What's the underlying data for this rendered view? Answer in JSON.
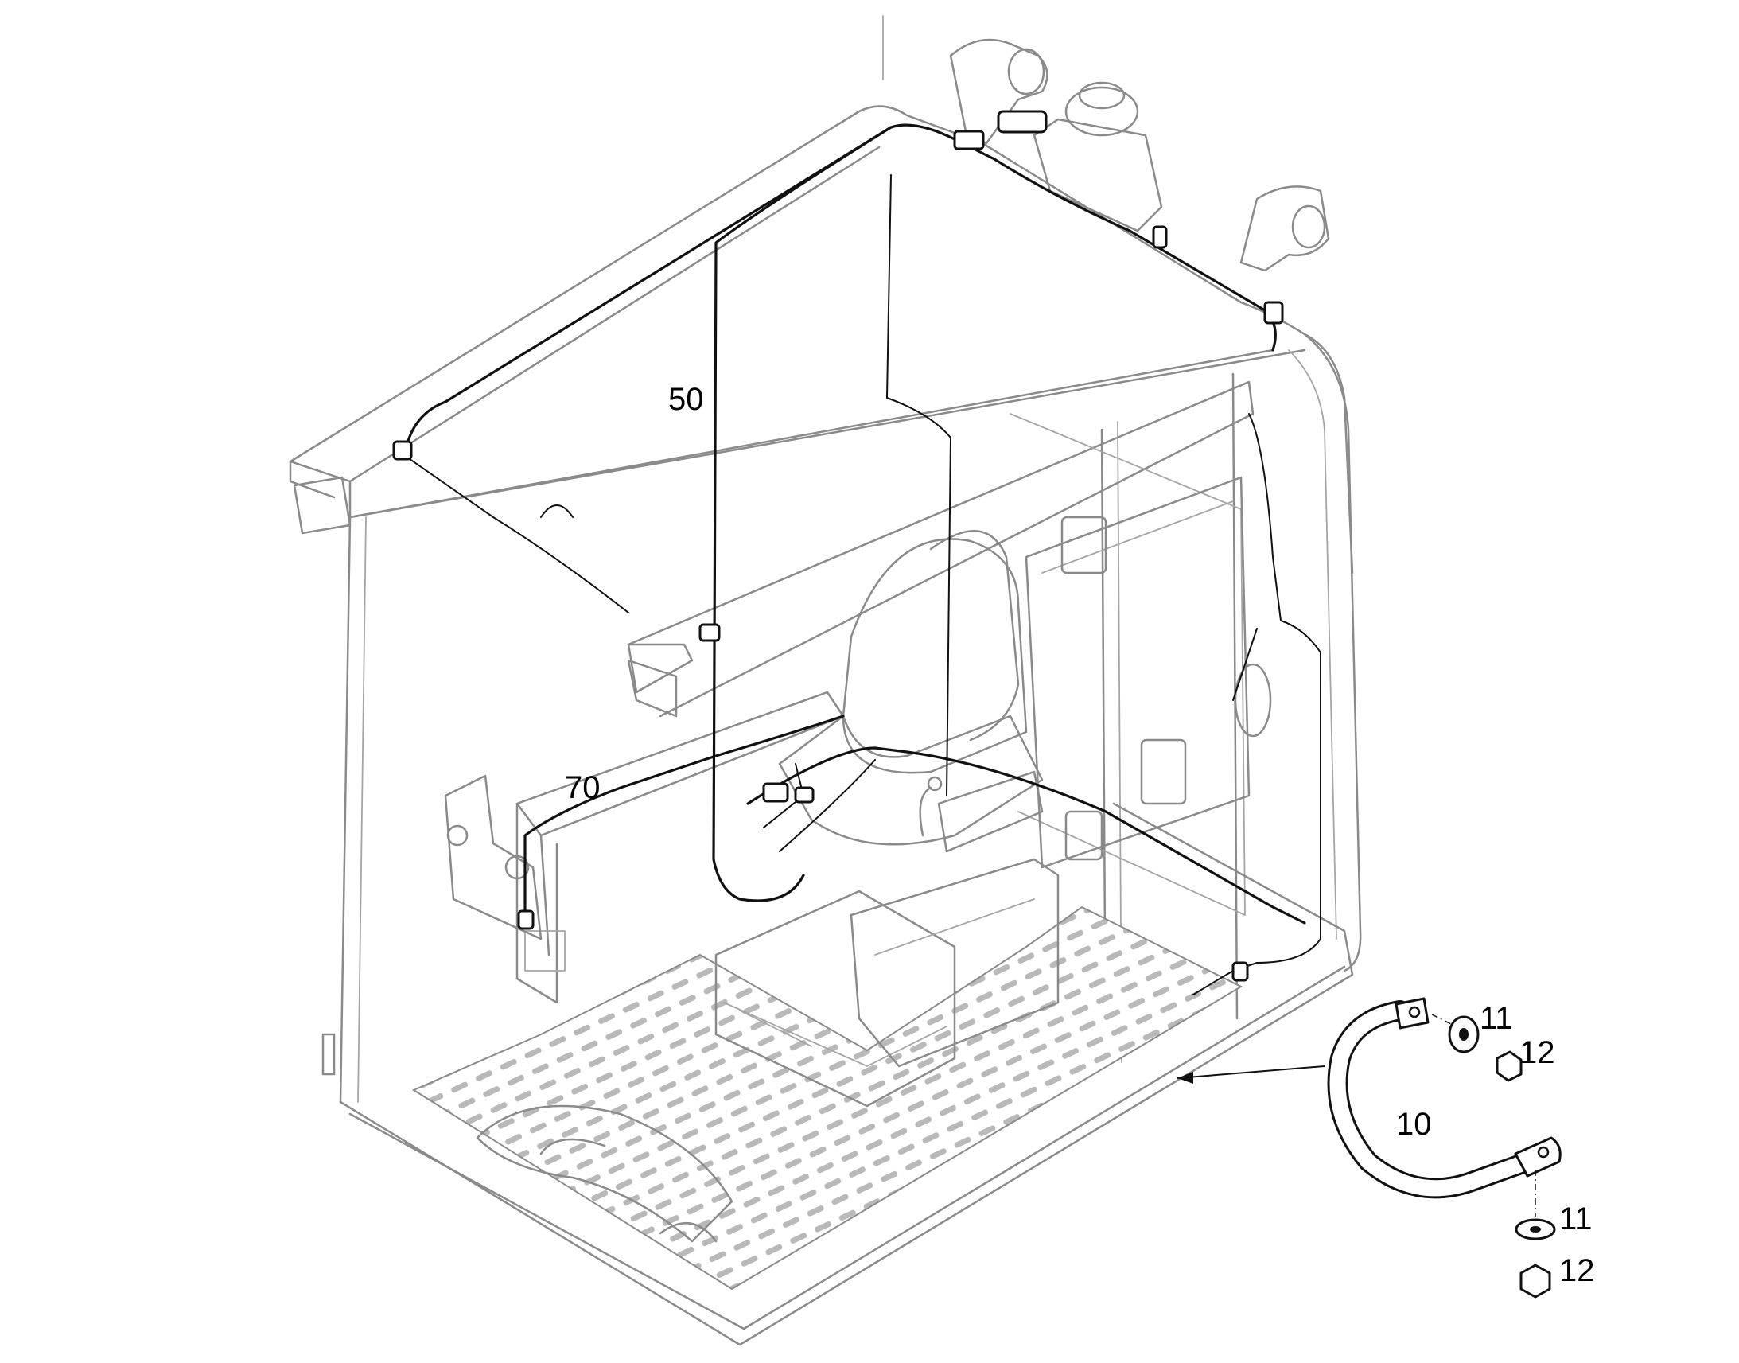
{
  "diagram": {
    "callouts": {
      "harness_roof": "50",
      "harness_console": "70",
      "ground_strap": "10",
      "washer_top": "11",
      "nut_top": "12",
      "washer_bottom": "11",
      "nut_bottom": "12"
    },
    "components": [
      "cab-frame",
      "operator-seat",
      "floor-plate",
      "wiring-harness",
      "ground-strap",
      "washer",
      "nut",
      "work-lights",
      "beacon"
    ]
  }
}
